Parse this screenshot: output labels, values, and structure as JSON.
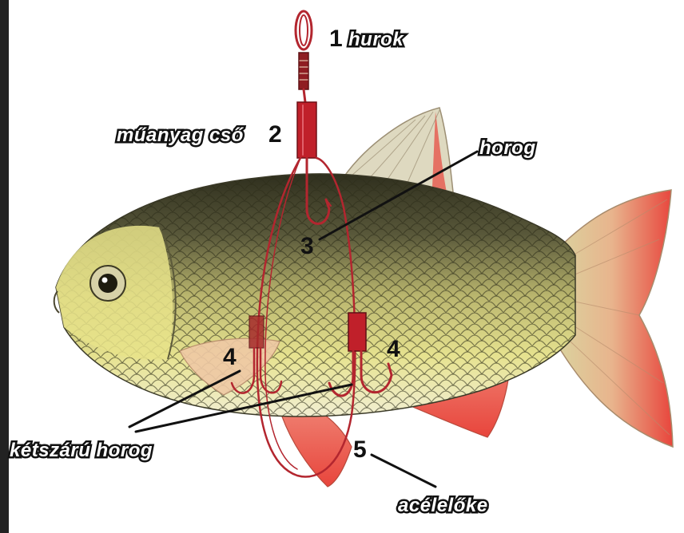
{
  "labels": {
    "hurok": "hurok",
    "cso": "műanyag cső",
    "horog": "horog",
    "ketszaru": "kétszárú horog",
    "acel": "acélelőke"
  },
  "numbers": {
    "n1": "1",
    "n2": "2",
    "n3": "3",
    "n4_left": "4",
    "n4_right": "4",
    "n5": "5"
  },
  "colors": {
    "rig": "#b3262f",
    "tube": "#c0202a",
    "fin": "#e8453c",
    "scale_dark": "#3a3a22",
    "scale_light": "#e9e58f",
    "belly": "#f4f1d6"
  }
}
